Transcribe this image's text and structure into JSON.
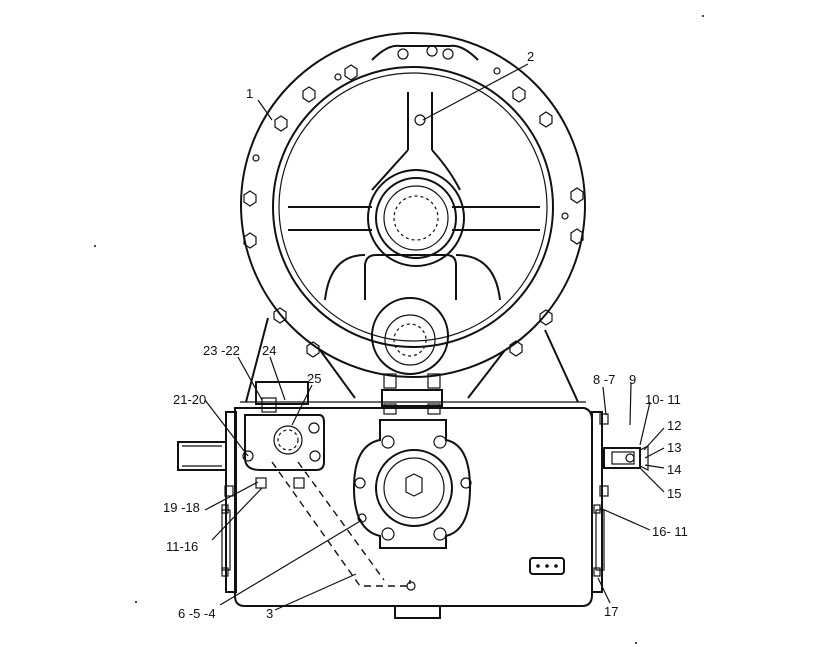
{
  "callouts": [
    {
      "id": "c1",
      "text": "1"
    },
    {
      "id": "c2",
      "text": "2"
    },
    {
      "id": "c23-22",
      "text": "23 -22"
    },
    {
      "id": "c24",
      "text": "24"
    },
    {
      "id": "c25",
      "text": "25"
    },
    {
      "id": "c21-20",
      "text": "21-20"
    },
    {
      "id": "c19-18",
      "text": "19 -18"
    },
    {
      "id": "c11-16",
      "text": "11-16"
    },
    {
      "id": "c6-5-4",
      "text": "6 -5 -4"
    },
    {
      "id": "c3",
      "text": "3"
    },
    {
      "id": "c8-7",
      "text": "8 -7"
    },
    {
      "id": "c9",
      "text": "9"
    },
    {
      "id": "c10-11",
      "text": "10- 11"
    },
    {
      "id": "c12",
      "text": "12"
    },
    {
      "id": "c13",
      "text": "13"
    },
    {
      "id": "c14",
      "text": "14"
    },
    {
      "id": "c15",
      "text": "15"
    },
    {
      "id": "c16-11",
      "text": "16- 11"
    },
    {
      "id": "c17",
      "text": "17"
    }
  ]
}
